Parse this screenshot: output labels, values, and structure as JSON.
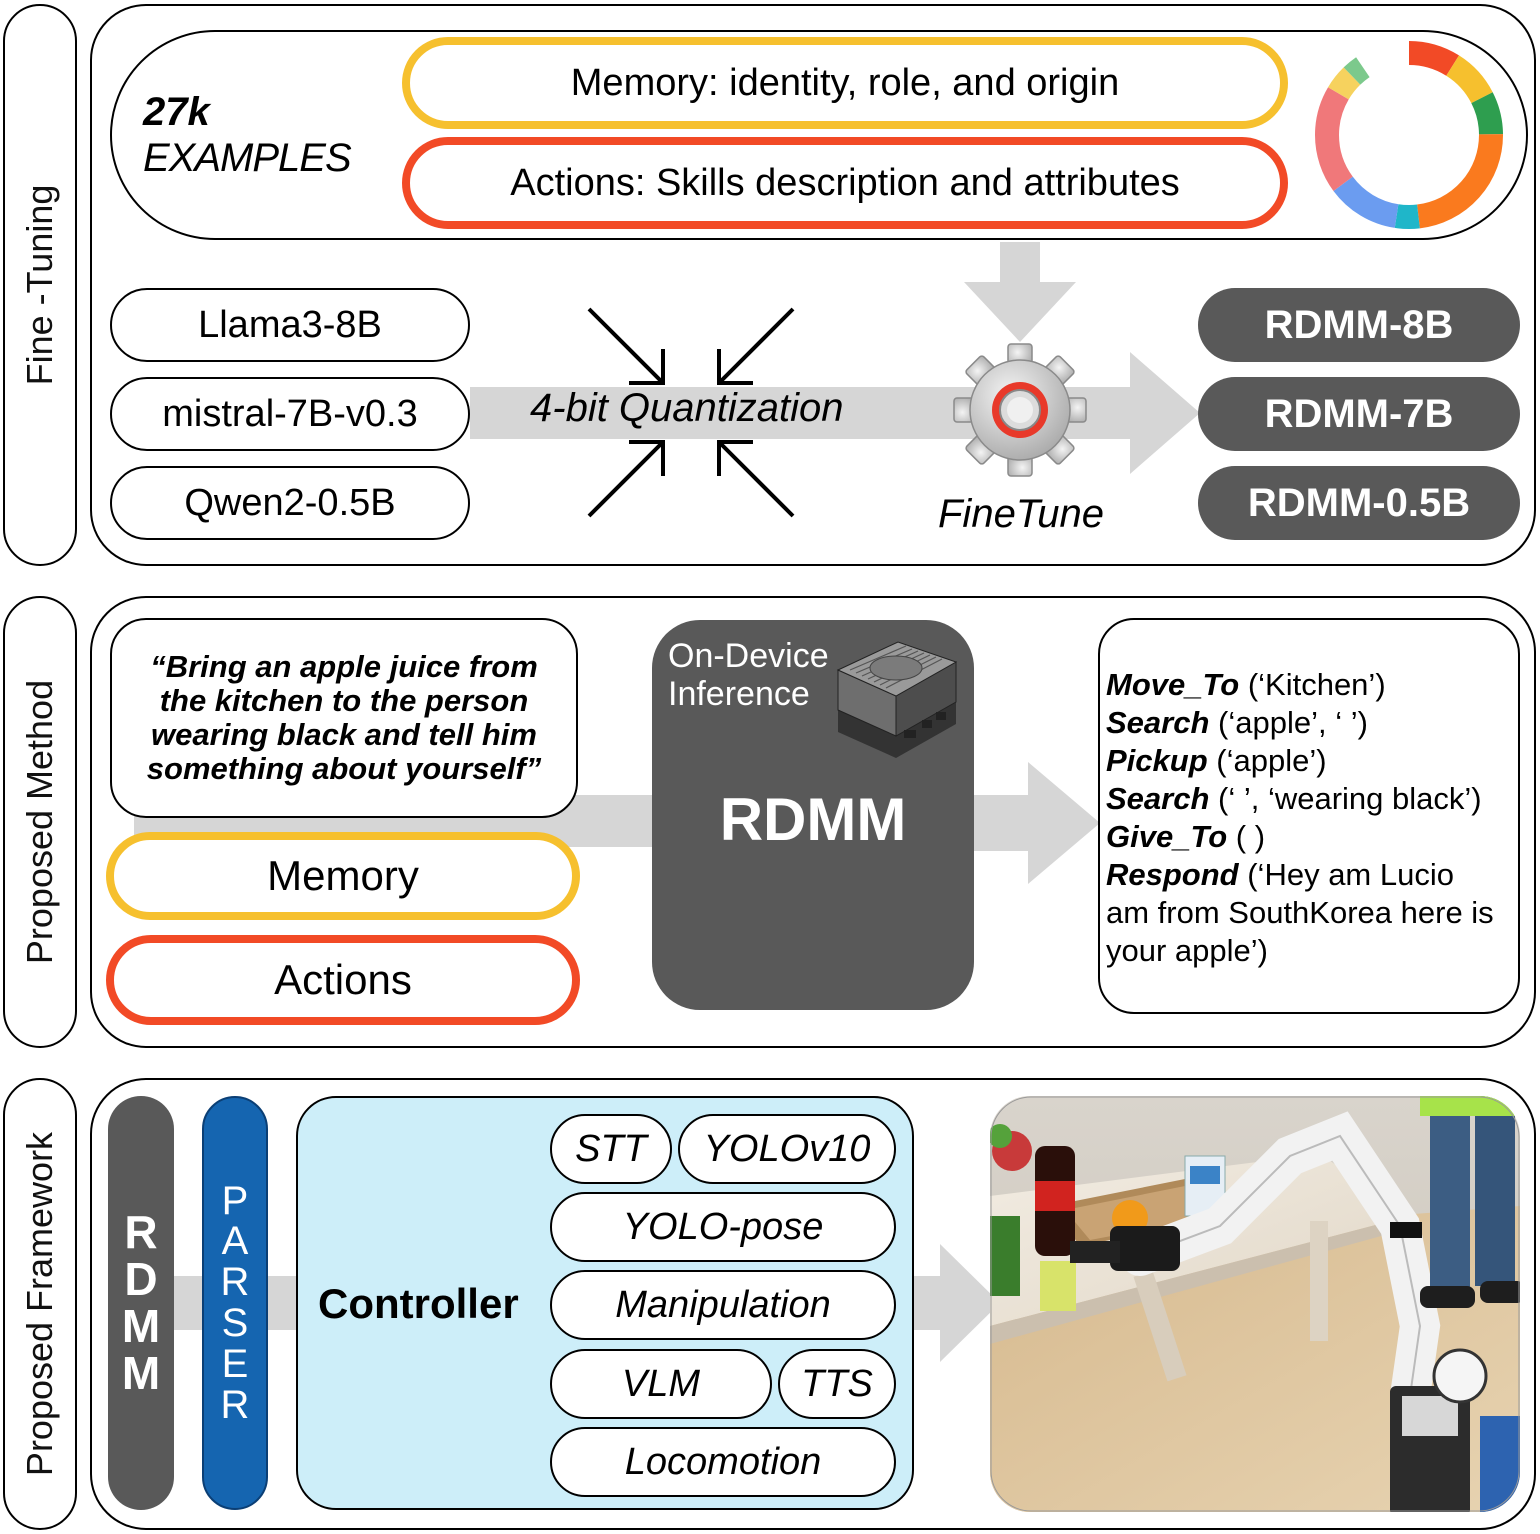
{
  "side_labels": {
    "finetuning": "Fine -Tuning",
    "method": "Proposed Method",
    "framework": "Proposed Framework"
  },
  "finetuning": {
    "examples_count": "27k",
    "examples_label": "EXAMPLES",
    "memory_pill": "Memory: identity, role, and origin",
    "actions_pill": "Actions: Skills description and attributes",
    "base_models": [
      "Llama3-8B",
      "mistral-7B-v0.3",
      "Qwen2-0.5B"
    ],
    "quantization_label": "4-bit Quantization",
    "finetune_label": "FineTune",
    "output_models": [
      "RDMM-8B",
      "RDMM-7B",
      "RDMM-0.5B"
    ]
  },
  "method": {
    "quote_lines": [
      "“Bring an apple juice from",
      "the kitchen to the person",
      "wearing black and tell him",
      "something about yourself”"
    ],
    "memory_label": "Memory",
    "actions_label": "Actions",
    "device_line1": "On-Device",
    "device_line2": "Inference",
    "rdmm_label": "RDMM",
    "plan": [
      {
        "fn": "Move_To",
        "args": " (‘Kitchen’)"
      },
      {
        "fn": "Search",
        "args": " (‘apple’, ‘ ’)"
      },
      {
        "fn": "Pickup",
        "args": " (‘apple’)"
      },
      {
        "fn": "Search",
        "args": " (‘ ’, ‘wearing black’)"
      },
      {
        "fn": "Give_To",
        "args": " ( )"
      },
      {
        "fn": "Respond",
        "args": " (‘Hey am Lucio"
      }
    ],
    "plan_continuation": [
      "am from SouthKorea here is",
      "your apple’)"
    ]
  },
  "framework": {
    "rdmm_letters": [
      "R",
      "D",
      "M",
      "M"
    ],
    "parser_letters": [
      "P",
      "A",
      "R",
      "S",
      "E",
      "R"
    ],
    "controller_label": "Controller",
    "tools": {
      "stt": "STT",
      "yolov10": "YOLOv10",
      "yolo_pose": "YOLO-pose",
      "manipulation": "Manipulation",
      "vlm": "VLM",
      "tts": "TTS",
      "locomotion": "Locomotion"
    }
  },
  "colors": {
    "memory": "#F6C02E",
    "actions": "#F24A26",
    "dark": "#595959",
    "parser": "#1565B0",
    "controller_bg": "#CDEEF9",
    "arrow": "#D6D6D6"
  }
}
